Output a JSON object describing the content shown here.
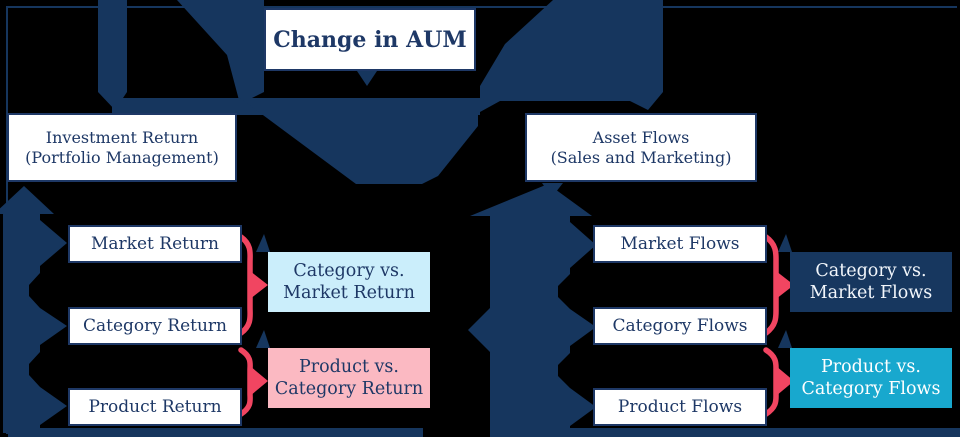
{
  "title": {
    "label": "Change in AUM"
  },
  "branches": [
    {
      "id": "investment-return",
      "line1": "Investment Return",
      "line2": "(Portfolio Management)",
      "items": [
        "Market Return",
        "Category Return",
        "Product Return"
      ],
      "comparisons": [
        {
          "line1": "Category vs.",
          "line2": "Market Return",
          "style": "light-blue"
        },
        {
          "line1": "Product vs.",
          "line2": "Category Return",
          "style": "pink"
        }
      ]
    },
    {
      "id": "asset-flows",
      "line1": "Asset Flows",
      "line2": "(Sales and Marketing)",
      "items": [
        "Market Flows",
        "Category Flows",
        "Product Flows"
      ],
      "comparisons": [
        {
          "line1": "Category vs.",
          "line2": "Market Flows",
          "style": "dark-navy"
        },
        {
          "line1": "Product vs.",
          "line2": "Category Flows",
          "style": "teal"
        }
      ]
    }
  ],
  "colors": {
    "background": "#000000",
    "navy_shape": "#16365E",
    "box_border": "#1E3866",
    "text_navy": "#1E3866",
    "brace_red": "#F14561",
    "light_blue_box": "#CBEEFB",
    "pink_box": "#FBB9C2",
    "dark_navy_box": "#17375F",
    "teal_box": "#18A8CE",
    "box_fill": "#FFFFFF"
  }
}
